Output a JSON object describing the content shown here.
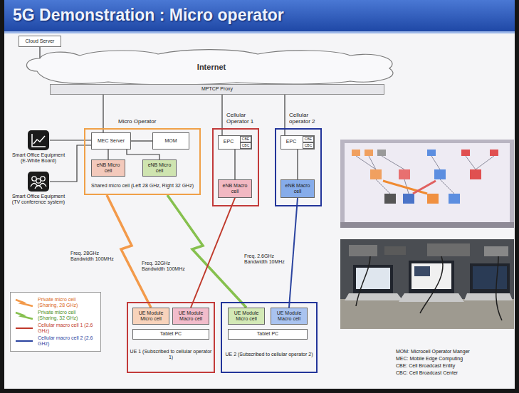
{
  "diagram": {
    "title": "5G Demonstration : Micro operator",
    "nodes": [
      {
        "text": [
          "Cloud Server"
        ]
      },
      {
        "text": [
          "Internet"
        ]
      },
      {
        "text": [
          "MPTCP Proxy"
        ]
      },
      {
        "text": [
          "Smart Office Equipment (E-White Board)"
        ]
      },
      {
        "text": [
          "Smart Office Equipment (TV conference system)"
        ]
      },
      {
        "text": [
          "Micro Operator",
          "Shared micro cell (Left 28 GHz, Right 32 GHz)"
        ]
      },
      {
        "text": [
          "MEC Server"
        ],
        "in": 5
      },
      {
        "text": [
          "MOM"
        ],
        "in": 5
      },
      {
        "text": [
          "eNB Micro cell"
        ],
        "in": 5
      },
      {
        "text": [
          "eNB Micro cell"
        ],
        "in": 5
      },
      {
        "text": [
          "Cellular Operator 1"
        ]
      },
      {
        "text": [
          "EPC"
        ],
        "in": 10
      },
      {
        "text": [
          "CBE"
        ],
        "in": 11
      },
      {
        "text": [
          "CBC"
        ],
        "in": 11
      },
      {
        "text": [
          "eNB Macro cell"
        ],
        "in": 10
      },
      {
        "text": [
          "Cellular operator 2"
        ]
      },
      {
        "text": [
          "EPC"
        ],
        "in": 15
      },
      {
        "text": [
          "CBE"
        ],
        "in": 16
      },
      {
        "text": [
          "CBC"
        ],
        "in": 16
      },
      {
        "text": [
          "eNB Macro cell"
        ],
        "in": 15
      },
      {
        "text": [
          "UE 1 (Subscribed to cellular operator 1)"
        ]
      },
      {
        "text": [
          "UE Module Micro cell"
        ],
        "in": 20
      },
      {
        "text": [
          "UE Module Macro cell"
        ],
        "in": 20
      },
      {
        "text": [
          "Tablet PC"
        ],
        "in": 20
      },
      {
        "text": [
          "UE 2 (Subscribed to cellular operator 2)"
        ]
      },
      {
        "text": [
          "UE Module Micro cell"
        ],
        "in": 24
      },
      {
        "text": [
          "UE Module Macro cell"
        ],
        "in": 24
      },
      {
        "text": [
          "Tablet PC"
        ],
        "in": 24
      }
    ],
    "edges": [
      {
        "from": 0,
        "to": 1,
        "arrow": "none"
      },
      {
        "from": 2,
        "to": 6,
        "arrow": "none"
      },
      {
        "from": 2,
        "to": 11,
        "arrow": "none"
      },
      {
        "from": 2,
        "to": 16,
        "arrow": "none"
      },
      {
        "from": 3,
        "to": 6,
        "arrow": "none"
      },
      {
        "from": 4,
        "to": 6,
        "arrow": "none"
      },
      {
        "from": 6,
        "to": 7,
        "arrow": "none"
      },
      {
        "from": 6,
        "to": 8,
        "arrow": "none"
      },
      {
        "from": 6,
        "to": 9,
        "arrow": "none"
      },
      {
        "from": 11,
        "to": 14,
        "arrow": "none"
      },
      {
        "from": 16,
        "to": 19,
        "arrow": "none"
      },
      {
        "from": 5,
        "to": 21,
        "label": "Freq. 28GHz Bandwidth 100MHz",
        "arrow": "none"
      },
      {
        "from": 5,
        "to": 25,
        "label": "Freq. 32GHz Bandwidth 100MHz",
        "arrow": "none"
      },
      {
        "from": 14,
        "to": 22,
        "arrow": "none"
      },
      {
        "from": 19,
        "to": 26,
        "label": "Freq. 2.6GHz Bandwidth 10MHz",
        "arrow": "none"
      }
    ],
    "labels": [
      "MOM: Microcell Operator Manger",
      "MEC: Mobile Edge Computing",
      "CBE: Cell Broadcast Entity",
      "CBC: Cell Broadcast Center"
    ],
    "legend": [
      {
        "text": "Private micro cell (Sharing, 28 GHz)"
      },
      {
        "text": "Private micro cell (Sharing, 32 GHz)"
      },
      {
        "text": "Cellular macro cell 1 (2.6 GHz)"
      },
      {
        "text": "Cellular macro cell 2 (2.6 GHz)"
      }
    ]
  }
}
